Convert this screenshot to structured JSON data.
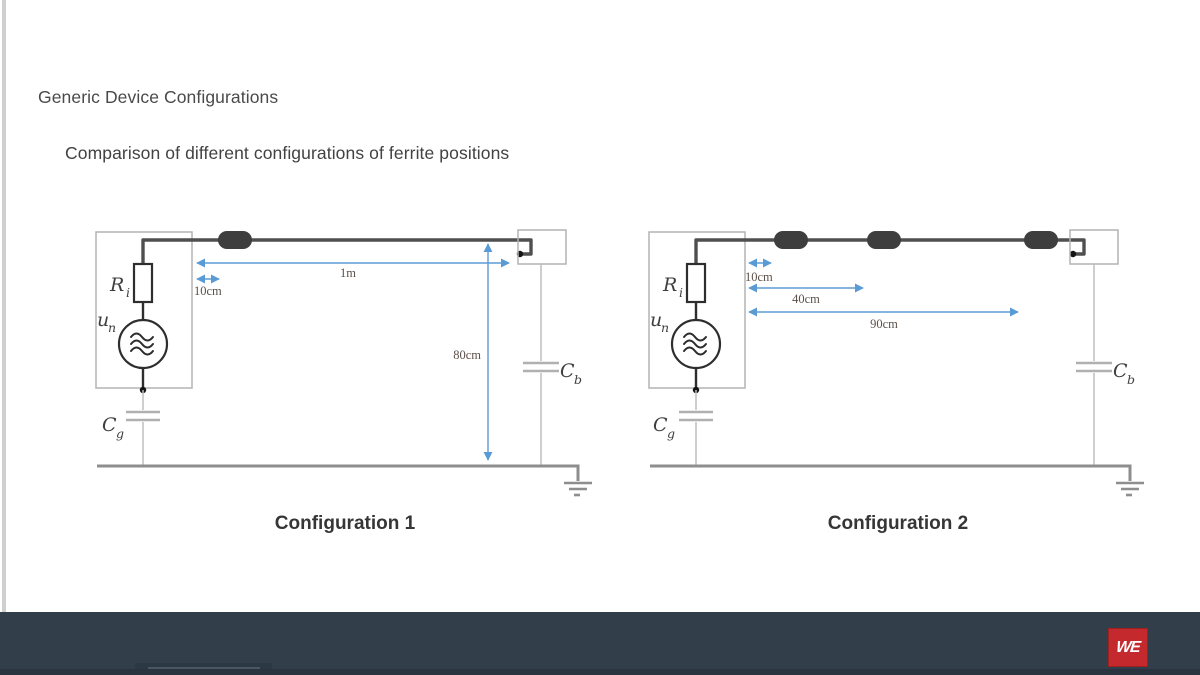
{
  "slide": {
    "title": "Generic Device Configurations",
    "subtitle": "Comparison of different configurations of ferrite positions"
  },
  "components": {
    "resistor": "R",
    "resistor_sub": "i",
    "noise_source": "u",
    "noise_source_sub": "n",
    "ground_cap": "C",
    "ground_cap_sub": "g",
    "bypass_cap": "C",
    "bypass_cap_sub": "b"
  },
  "config1": {
    "caption": "Configuration 1",
    "ferrite_count": 1,
    "dim_offset": "10cm",
    "dim_cable": "1m",
    "dim_height": "80cm"
  },
  "config2": {
    "caption": "Configuration 2",
    "ferrite_count": 3,
    "dim_first": "10cm",
    "dim_second": "40cm",
    "dim_third": "90cm"
  },
  "footer": {
    "logo": "WE"
  },
  "colors": {
    "dimension_blue": "#5b9bd5",
    "wire_gray": "#4f4f4f",
    "ferrite_dark": "#3e3e3e",
    "footer_bar": "#333e4b",
    "logo_red": "#c4292d"
  }
}
